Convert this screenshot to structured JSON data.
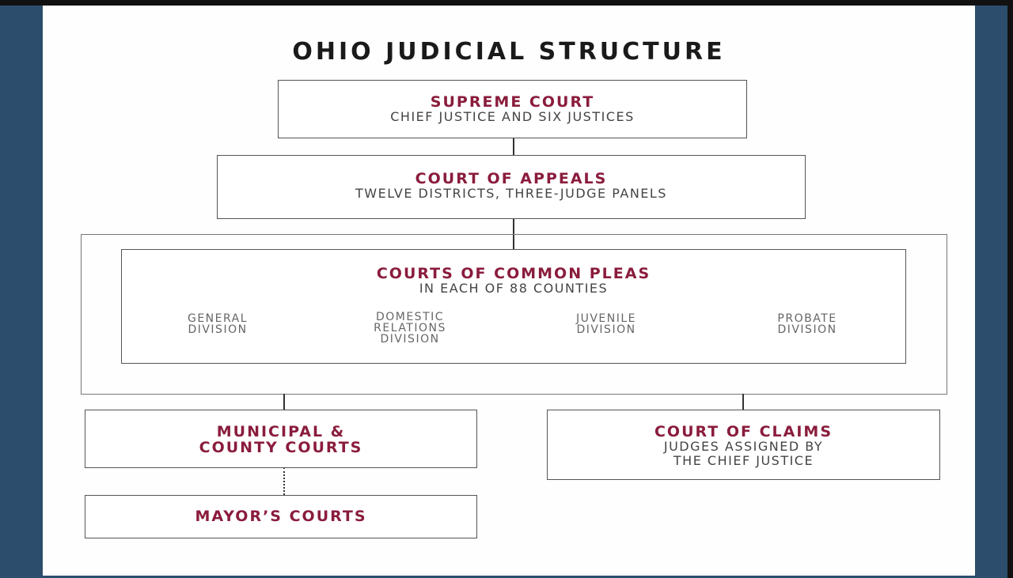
{
  "title": "OHIO JUDICIAL STRUCTURE",
  "supreme": {
    "name": "SUPREME COURT",
    "desc": "CHIEF JUSTICE AND SIX JUSTICES"
  },
  "appeals": {
    "name": "COURT OF APPEALS",
    "desc": "TWELVE DISTRICTS, THREE-JUDGE PANELS"
  },
  "common_pleas": {
    "name": "COURTS OF COMMON PLEAS",
    "desc": "IN EACH OF 88 COUNTIES",
    "divisions": [
      {
        "line1": "GENERAL",
        "line2": "DIVISION"
      },
      {
        "line1": "DOMESTIC",
        "line2": "RELATIONS",
        "line3": "DIVISION"
      },
      {
        "line1": "JUVENILE",
        "line2": "DIVISION"
      },
      {
        "line1": "PROBATE",
        "line2": "DIVISION"
      }
    ]
  },
  "municipal": {
    "line1": "MUNICIPAL &",
    "line2": "COUNTY COURTS"
  },
  "claims": {
    "name": "COURT OF CLAIMS",
    "line1": "JUDGES ASSIGNED BY",
    "line2": "THE CHIEF JUSTICE"
  },
  "mayors": {
    "name": "MAYOR’S COURTS"
  },
  "colors": {
    "accent": "#8a1c3c",
    "frame": "#2c4e6c"
  }
}
